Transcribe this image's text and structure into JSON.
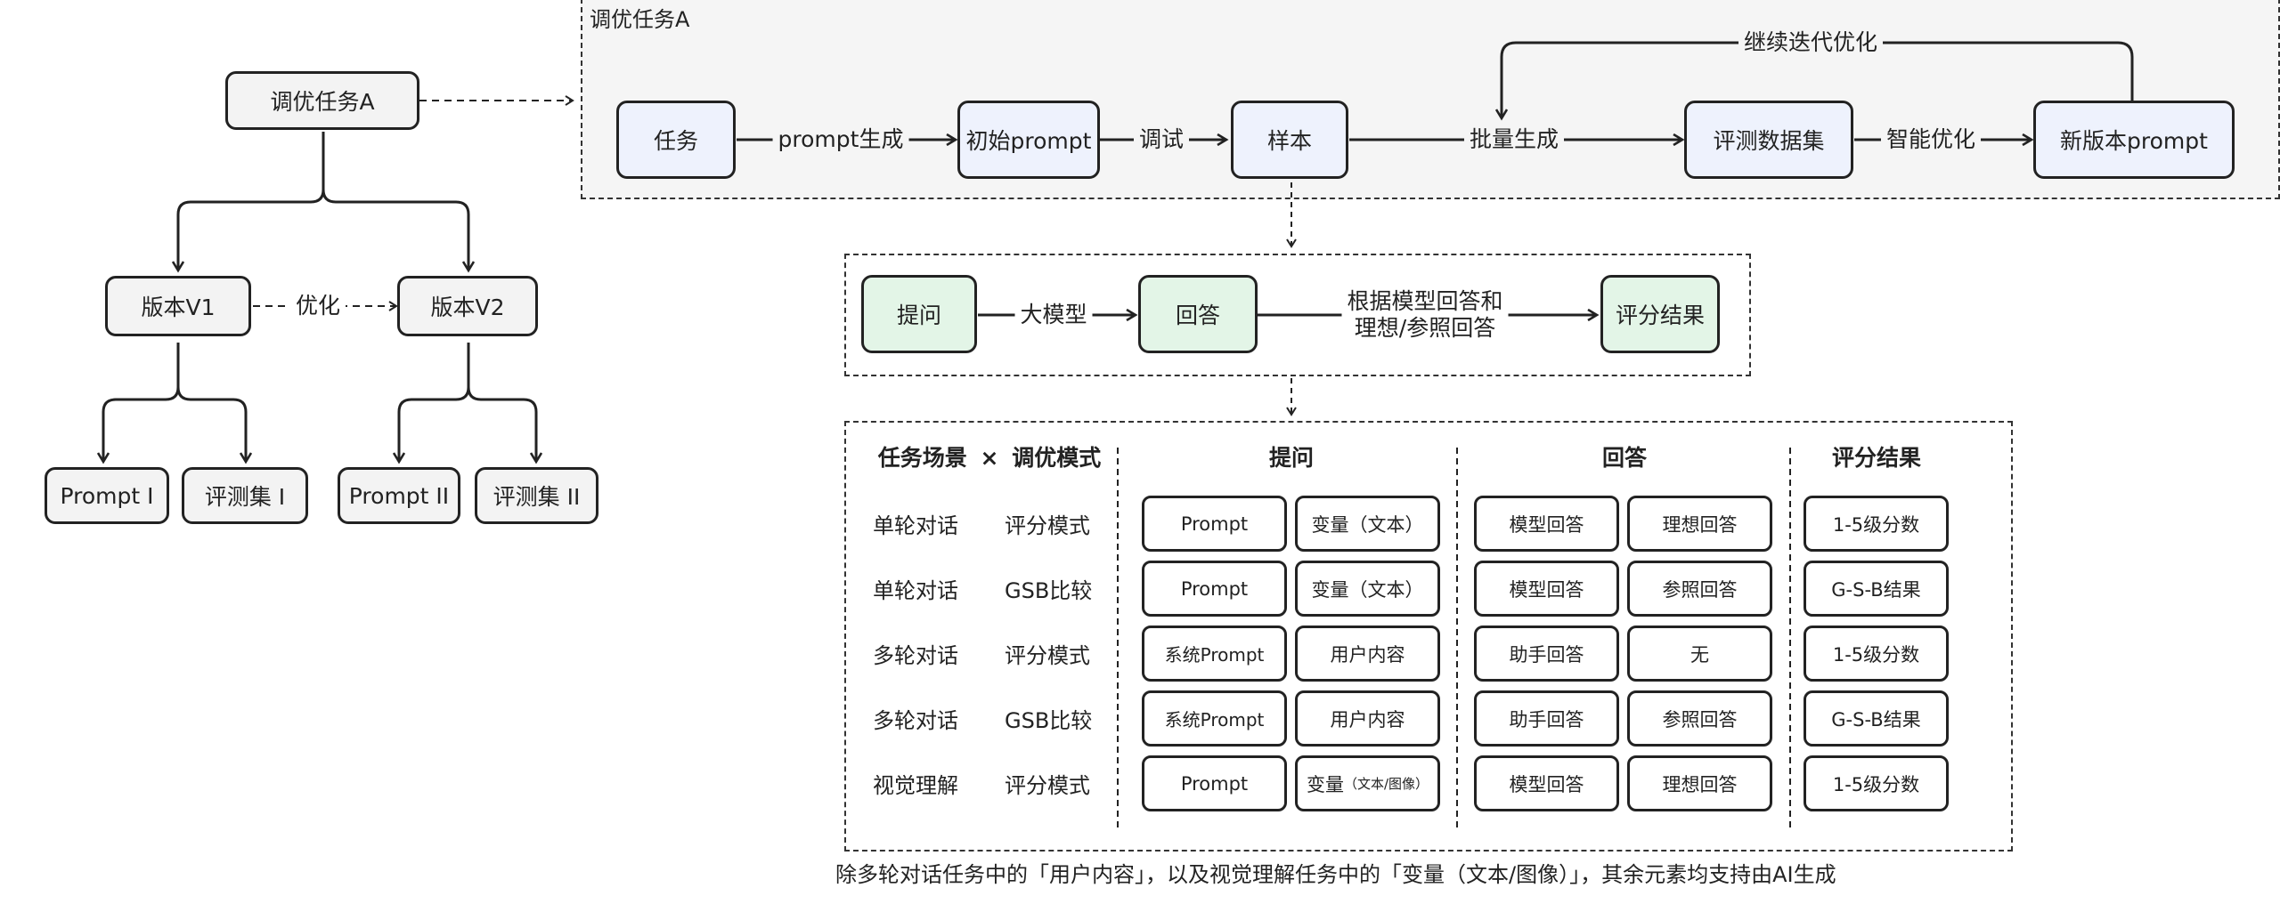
{
  "tree": {
    "root": "调优任务A",
    "v1": "版本V1",
    "v2": "版本V2",
    "optimize": "优化",
    "prompt1": "Prompt I",
    "evalset1": "评测集 I",
    "prompt2": "Prompt II",
    "evalset2": "评测集 II"
  },
  "top_panel": {
    "title": "调优任务A",
    "task": "任务",
    "prompt_gen": "prompt生成",
    "initial_prompt": "初始prompt",
    "debug": "调试",
    "sample": "样本",
    "batch_gen": "批量生成",
    "eval_dataset": "评测数据集",
    "smart_opt": "智能优化",
    "new_prompt": "新版本prompt",
    "iterate": "继续迭代优化"
  },
  "mid_panel": {
    "question": "提问",
    "llm": "大模型",
    "answer": "回答",
    "judge_line1": "根据模型回答和",
    "judge_line2": "理想/参照回答",
    "result": "评分结果"
  },
  "table": {
    "header_scene": "任务场景",
    "header_times": "×",
    "header_mode": "调优模式",
    "header_question": "提问",
    "header_answer": "回答",
    "header_result": "评分结果",
    "rows": [
      {
        "scene": "单轮对话",
        "mode": "评分模式",
        "q1": "Prompt",
        "q2": "变量（文本）",
        "a1": "模型回答",
        "a2": "理想回答",
        "r": "1-5级分数"
      },
      {
        "scene": "单轮对话",
        "mode": "GSB比较",
        "q1": "Prompt",
        "q2": "变量（文本）",
        "a1": "模型回答",
        "a2": "参照回答",
        "r": "G-S-B结果"
      },
      {
        "scene": "多轮对话",
        "mode": "评分模式",
        "q1": "系统Prompt",
        "q2": "用户内容",
        "a1": "助手回答",
        "a2": "无",
        "r": "1-5级分数"
      },
      {
        "scene": "多轮对话",
        "mode": "GSB比较",
        "q1": "系统Prompt",
        "q2": "用户内容",
        "a1": "助手回答",
        "a2": "参照回答",
        "r": "G-S-B结果"
      },
      {
        "scene": "视觉理解",
        "mode": "评分模式",
        "q1": "Prompt",
        "q2_main": "变量",
        "q2_small": "（文本/图像）",
        "a1": "模型回答",
        "a2": "理想回答",
        "r": "1-5级分数"
      }
    ]
  },
  "footnote": "除多轮对话任务中的「用户内容」，以及视觉理解任务中的「变量（文本/图像）」，其余元素均支持由AI生成"
}
